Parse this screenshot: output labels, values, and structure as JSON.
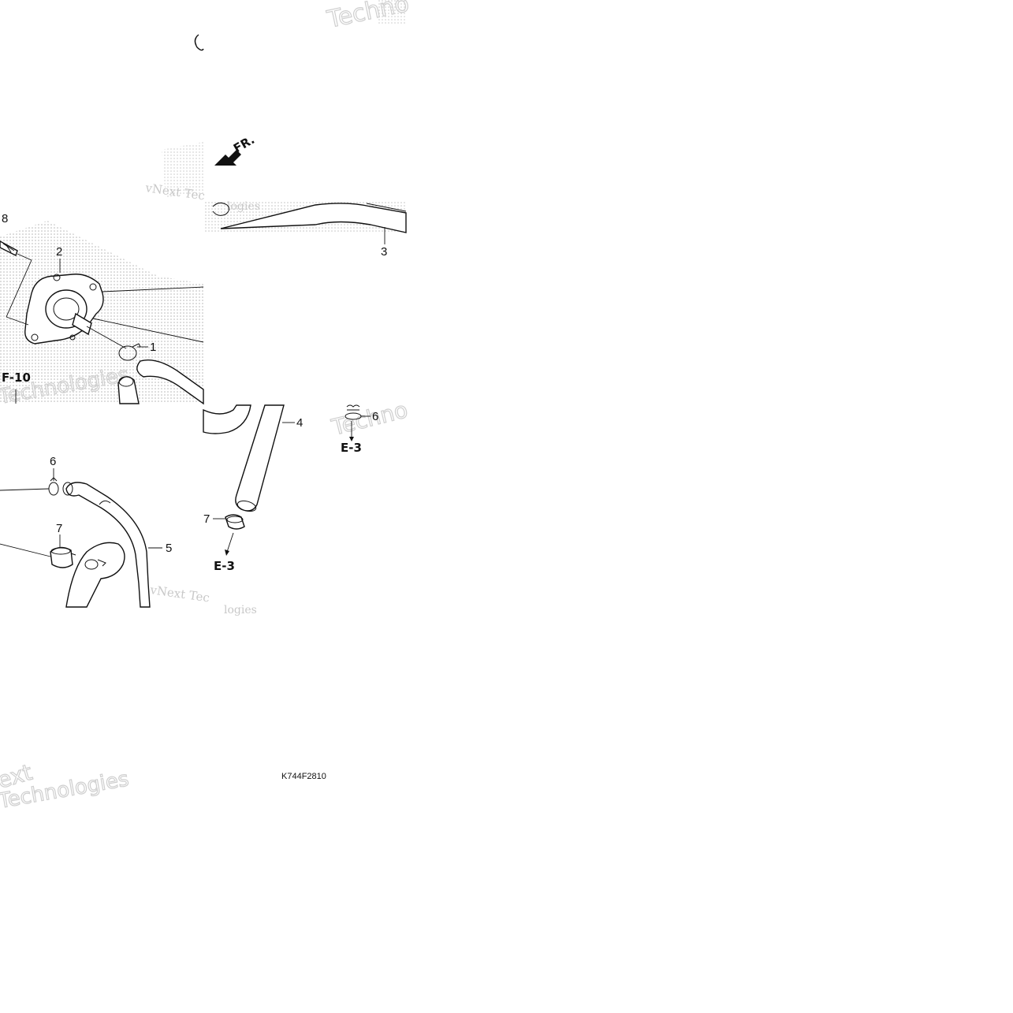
{
  "diagram": {
    "callouts": {
      "c1": "1",
      "c2": "2",
      "c3": "3",
      "c4": "4",
      "c5": "5",
      "c6a": "6",
      "c6b": "6",
      "c7a": "7",
      "c7b": "7",
      "c8": "8"
    },
    "references": {
      "front_arrow": "FR.",
      "ref_f10": "F-10",
      "ref_e3_a": "E-3",
      "ref_e3_b": "E-3"
    },
    "drawing_code": "K744F2810",
    "watermarks": {
      "w1": "Techno",
      "w2": "vNext Tec",
      "w3": "logies",
      "w4": "Technologies",
      "w5": "Techno",
      "w6": "vNext Tec",
      "w7": "logies",
      "w8": "ext",
      "w9": "Technologies"
    },
    "icons": {
      "front_arrow": "front-direction-arrow-icon",
      "pump": "water-pump-icon",
      "clamp": "hose-clamp-icon",
      "bolt": "bolt-icon"
    }
  }
}
